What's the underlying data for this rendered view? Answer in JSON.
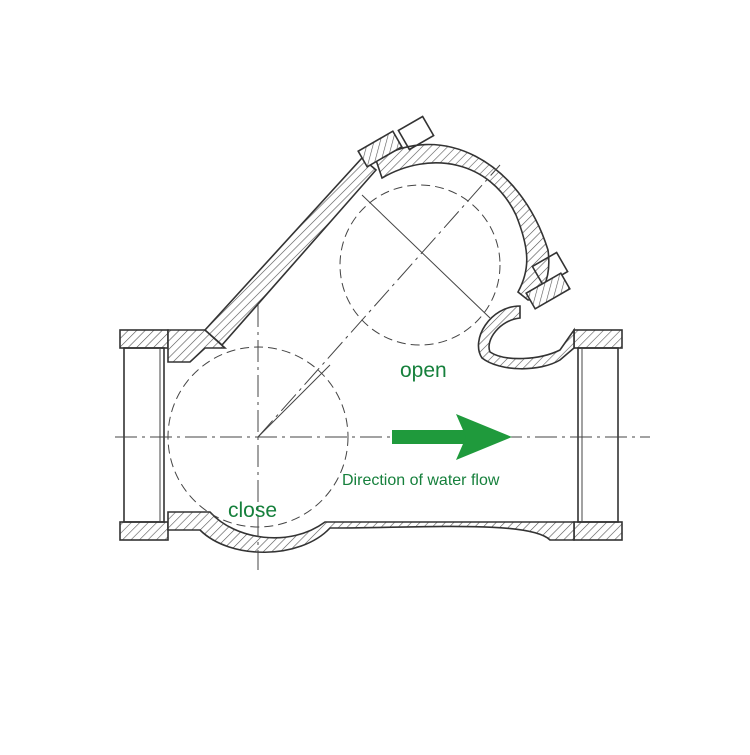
{
  "labels": {
    "open": "open",
    "close": "close",
    "flow": "Direction of water flow"
  },
  "colors": {
    "label": "#16803c",
    "arrow": "#1f9a3c",
    "line": "#333333",
    "background": "#ffffff"
  }
}
